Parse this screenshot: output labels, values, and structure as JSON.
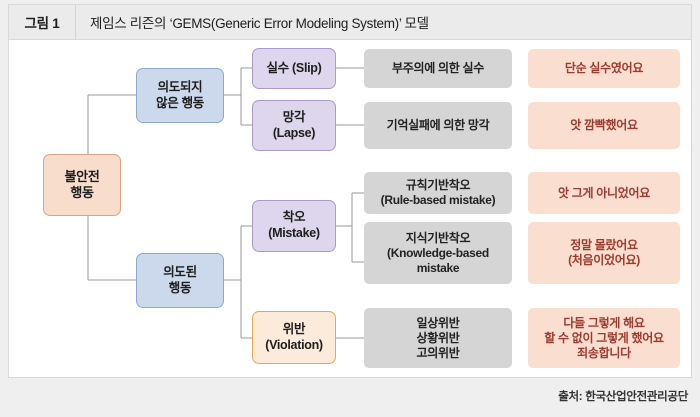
{
  "header": {
    "figure_label": "그림 1",
    "title": "제임스 리즌의 ‘GEMS(Generic Error Modeling System)’ 모델"
  },
  "footer": {
    "source": "출처: 한국산업안전관리공단"
  },
  "colors": {
    "root_fill": "#f8ddcd",
    "root_border": "#d6a488",
    "blue_fill": "#ccd9ec",
    "blue_border": "#8fa9cc",
    "purple_fill": "#ddd6ec",
    "purple_border": "#a99acb",
    "orange_fill": "#fceada",
    "orange_border": "#e9a84b",
    "gray_fill": "#d5d5d5",
    "pink_fill": "#fadecf",
    "pink_text": "#9c3b30",
    "connector": "#9a9a9a",
    "header_bg": "#ebebeb",
    "panel_bg": "#ffffff",
    "page_bg": "#efefef"
  },
  "diagram": {
    "root": {
      "label": "불안전\n행동"
    },
    "level2": [
      {
        "label": "의도되지\n않은 행동"
      },
      {
        "label": "의도된\n행동"
      }
    ],
    "level3": [
      {
        "label": "실수 (Slip)"
      },
      {
        "label": "망각\n(Lapse)"
      },
      {
        "label": "착오\n(Mistake)"
      },
      {
        "label": "위반\n(Violation)"
      }
    ],
    "descriptions": [
      {
        "label": "부주의에 의한 실수"
      },
      {
        "label": "기억실패에 의한 망각"
      },
      {
        "label": "규칙기반착오\n(Rule-based mistake)"
      },
      {
        "label": "지식기반착오\n(Knowledge-based\nmistake"
      },
      {
        "label": "일상위반\n상황위반\n고의위반"
      }
    ],
    "quotes": [
      {
        "label": "단순 실수였어요"
      },
      {
        "label": "앗 깜빡했어요"
      },
      {
        "label": "앗 그게 아니었어요"
      },
      {
        "label": "정말 몰랐어요\n(처음이었어요)"
      },
      {
        "label": "다들 그렇게 해요\n할 수 없이 그렇게 했어요\n죄송합니다"
      }
    ]
  }
}
